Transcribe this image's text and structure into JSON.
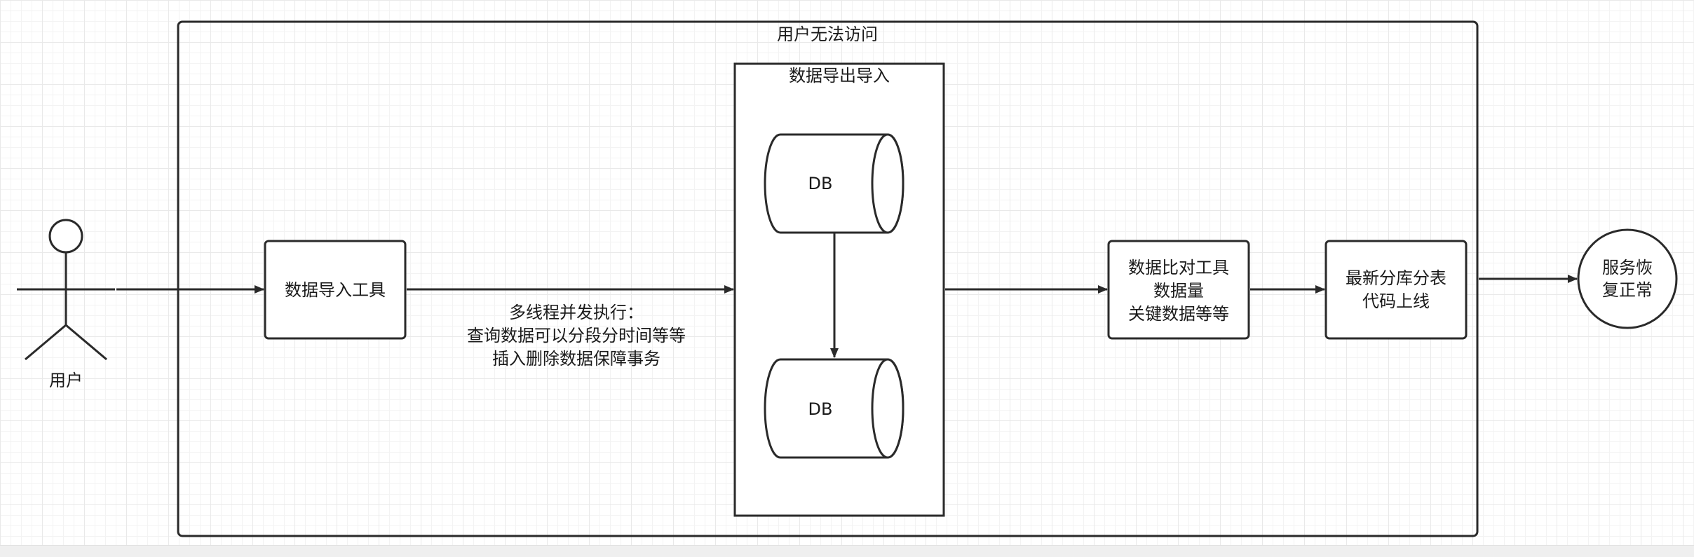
{
  "diagram": {
    "outer_container": {
      "title": "用户无法访问"
    },
    "inner_container": {
      "title": "数据导出导入"
    },
    "actor": {
      "label": "用户"
    },
    "import_tool": {
      "label": "数据导入工具"
    },
    "edge_note": {
      "line1": "多线程并发执行：",
      "line2": "查询数据可以分段分时间等等",
      "line3": "插入删除数据保障事务"
    },
    "db_source": {
      "label": "DB"
    },
    "db_target": {
      "label": "DB"
    },
    "compare_tool": {
      "line1": "数据比对工具",
      "line2": "数据量",
      "line3": "关键数据等等"
    },
    "deploy": {
      "line1": "最新分库分表",
      "line2": "代码上线"
    },
    "service_restored": {
      "line1": "服务恢",
      "line2": "复正常"
    },
    "colors": {
      "stroke": "#2a2a2a",
      "fill": "#ffffff",
      "text": "#1a1a1a"
    }
  }
}
